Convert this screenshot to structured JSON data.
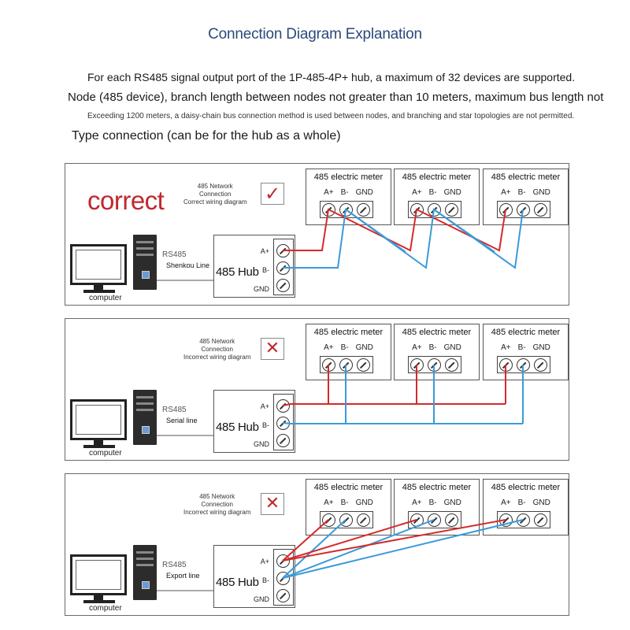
{
  "header": {
    "title": "Connection Diagram Explanation",
    "intro_line1": "For each RS485 signal output port of the 1P-485-4P+ hub, a maximum of 32 devices are supported.",
    "intro_line2": "Node (485 device), branch length between nodes not greater than 10 meters, maximum bus length not",
    "intro_line3": "Exceeding 1200 meters, a daisy-chain bus connection method is used between nodes, and branching and star topologies are not permitted.",
    "section_label": "Type connection (can be for the hub as a whole)"
  },
  "meter_label": "485 electric meter",
  "meter_terminals": [
    "A+",
    "B-",
    "GND"
  ],
  "hub": {
    "name": "485 Hub",
    "terminals": [
      "A+",
      "B-",
      "GND"
    ]
  },
  "computer_label": "computer",
  "rs485_label": "RS485",
  "colors": {
    "red_wire": "#d42a2a",
    "blue_wire": "#3a9ad9",
    "title": "#2a4a7a",
    "verdict": "#c0282f"
  },
  "panels": [
    {
      "verdict_word": "correct",
      "mark": "check",
      "mark_glyph": "✓",
      "caption_line1": "485 Network",
      "caption_line2": "Connection",
      "caption_line3": "Correct wiring diagram",
      "line_label": "Shenkou Line"
    },
    {
      "verdict_word": "",
      "mark": "cross",
      "mark_glyph": "✕",
      "caption_line1": "485 Network",
      "caption_line2": "Connection",
      "caption_line3": "Incorrect wiring diagram",
      "line_label": "Serial line"
    },
    {
      "verdict_word": "",
      "mark": "cross",
      "mark_glyph": "✕",
      "caption_line1": "485 Network",
      "caption_line2": "Connection",
      "caption_line3": "Incorrect wiring diagram",
      "line_label": "Export line"
    }
  ]
}
